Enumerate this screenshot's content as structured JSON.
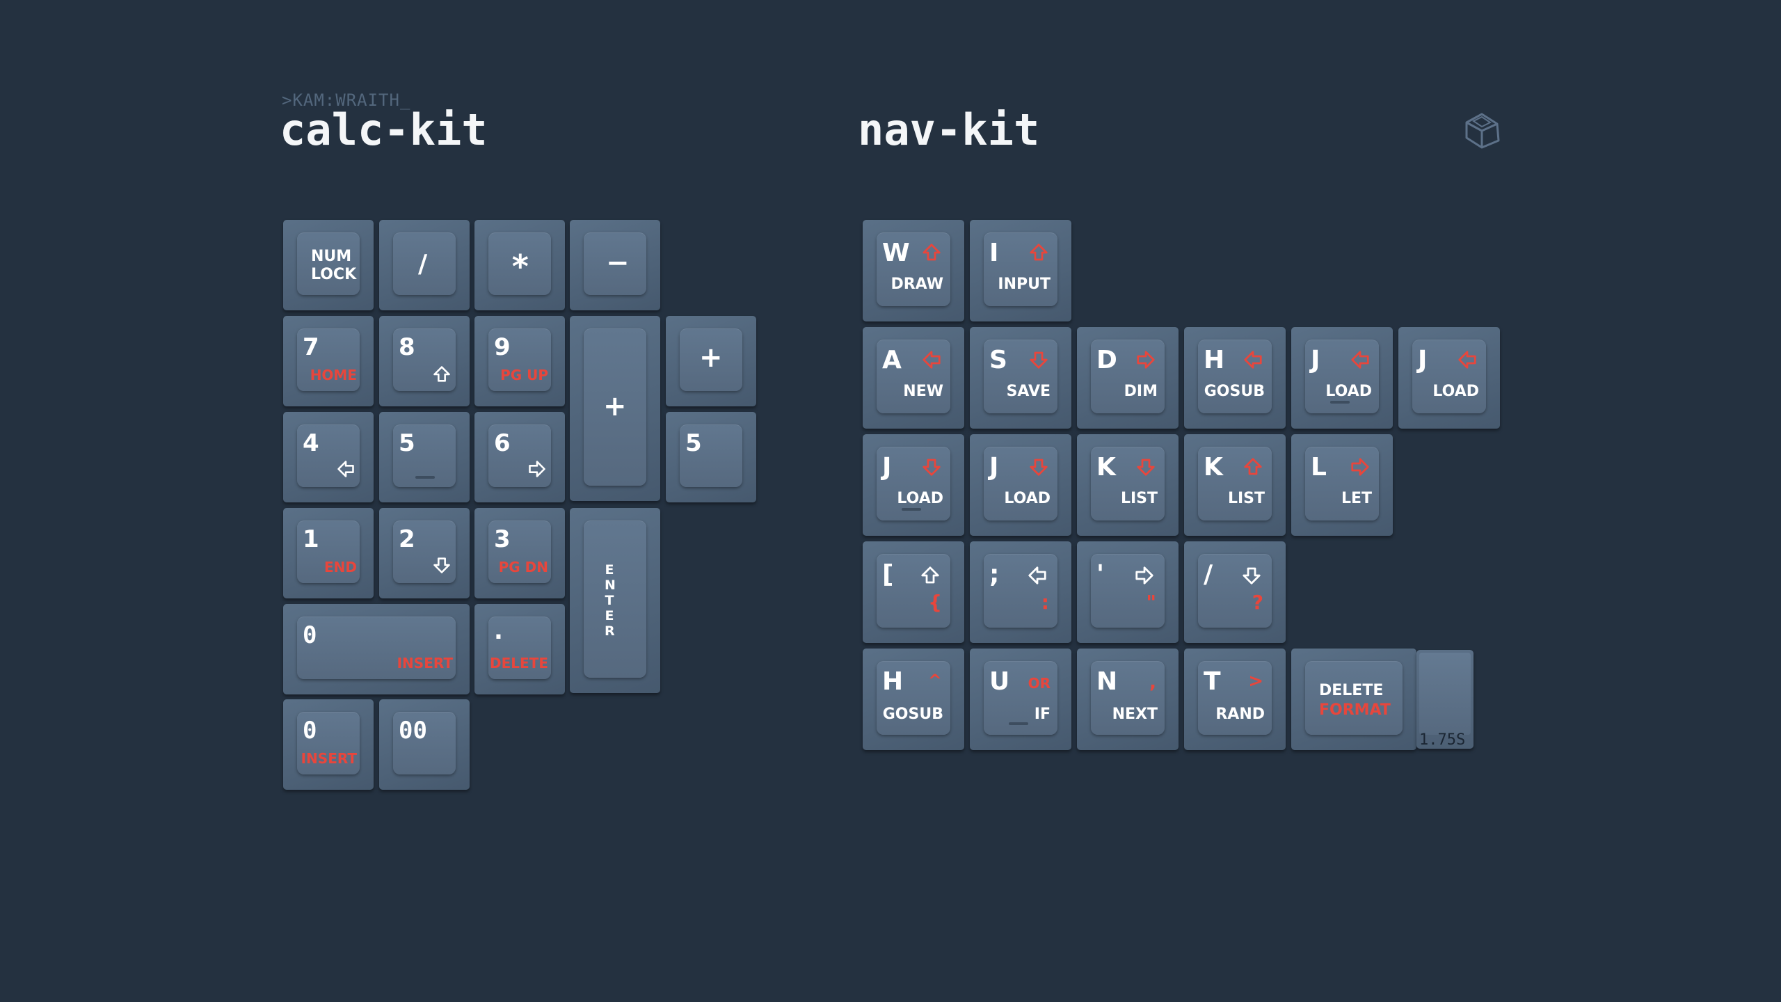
{
  "theme": {
    "background": "#243140",
    "legend_white": "#ffffff",
    "legend_red": "#e8463c"
  },
  "header": {
    "kicker": ">KAM:WRAITH_",
    "left_title": "calc-kit",
    "right_title": "nav-kit",
    "logo_icon": "tilted-keycap-icon"
  },
  "calc_kit": {
    "numlock": "NUM\nLOCK",
    "slash": "/",
    "asterisk": "*",
    "minus": "−",
    "k7": "7",
    "k7_sub": "HOME",
    "k8": "8",
    "k8_icon": "arrow-up-icon",
    "k9": "9",
    "k9_sub": "PG UP",
    "plus_tall": "+",
    "plus": "+",
    "k4": "4",
    "k4_icon": "arrow-left-icon",
    "k5": "5",
    "k6": "6",
    "k6_icon": "arrow-right-icon",
    "k5_extra": "5",
    "k1": "1",
    "k1_sub": "END",
    "k2": "2",
    "k2_icon": "arrow-down-icon",
    "k3": "3",
    "k3_sub": "PG DN",
    "enter": "ENTER",
    "k0_wide": "0",
    "k0_wide_sub": "INSERT",
    "kdot": ".",
    "kdot_sub": "DELETE",
    "k0": "0",
    "k0_sub": "INSERT",
    "k00": "00"
  },
  "nav_kit": {
    "w": "W",
    "w_sub": "DRAW",
    "w_icon": "arrow-up-icon",
    "i": "I",
    "i_sub": "INPUT",
    "i_icon": "arrow-up-icon",
    "a": "A",
    "a_sub": "NEW",
    "a_icon": "arrow-left-icon",
    "s": "S",
    "s_sub": "SAVE",
    "s_icon": "arrow-down-icon",
    "d": "D",
    "d_sub": "DIM",
    "d_icon": "arrow-right-icon",
    "h": "H",
    "h_sub": "GOSUB",
    "h_icon": "arrow-left-icon",
    "j1": "J",
    "j1_sub": "LOAD",
    "j1_icon": "arrow-left-icon",
    "j2": "J",
    "j2_sub": "LOAD",
    "j2_icon": "arrow-left-icon",
    "j3": "J",
    "j3_sub": "LOAD",
    "j3_icon": "arrow-down-icon",
    "j4": "J",
    "j4_sub": "LOAD",
    "j4_icon": "arrow-down-icon",
    "k1": "K",
    "k1_sub": "LIST",
    "k1_icon": "arrow-down-icon",
    "k2": "K",
    "k2_sub": "LIST",
    "k2_icon": "arrow-up-icon",
    "l": "L",
    "l_sub": "LET",
    "l_icon": "arrow-right-icon",
    "bracket": "[",
    "bracket_alt": "{",
    "bracket_icon": "arrow-up-icon",
    "semi": ";",
    "semi_alt": ":",
    "semi_icon": "arrow-left-icon",
    "quote": "'",
    "quote_alt": "\"",
    "quote_icon": "arrow-right-icon",
    "fslash": "/",
    "fslash_alt": "?",
    "fslash_icon": "arrow-down-icon",
    "h2": "H",
    "h2_sub": "GOSUB",
    "h2_alt": "^",
    "u": "U",
    "u_sub": "IF",
    "u_alt": "OR",
    "n": "N",
    "n_sub": "NEXT",
    "n_alt": ",",
    "t": "T",
    "t_sub": "RAND",
    "t_alt": ">",
    "delete": "DELETE",
    "format": "FORMAT",
    "size_label": "1.75S"
  }
}
